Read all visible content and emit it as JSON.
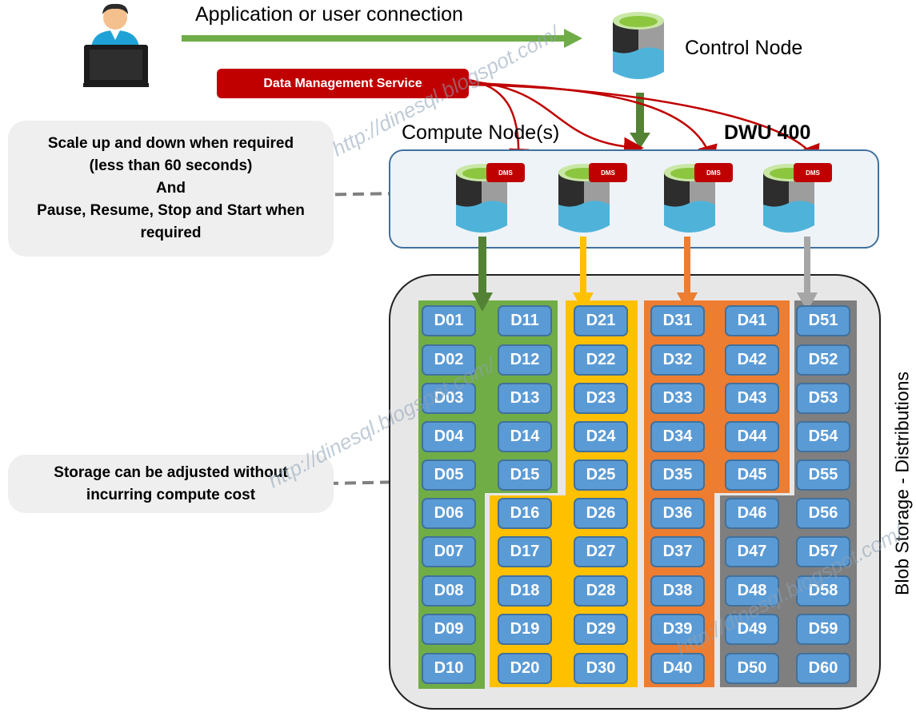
{
  "header": {
    "connection_label": "Application or user connection",
    "control_node_label": "Control Node",
    "dms_label": "Data Management Service",
    "compute_label": "Compute Node(s)",
    "dwu_label": "DWU 400"
  },
  "callouts": {
    "scale": "Scale up and down when required\n(less than 60 seconds)\nAnd\nPause, Resume, Stop and Start when\nrequired",
    "storage": "Storage can be adjusted without\nincurring compute cost"
  },
  "compute_nodes": [
    {
      "badge": "DMS"
    },
    {
      "badge": "DMS"
    },
    {
      "badge": "DMS"
    },
    {
      "badge": "DMS"
    }
  ],
  "storage_label": "Blob Storage - Distributions",
  "distributions": [
    [
      "D01",
      "D02",
      "D03",
      "D04",
      "D05",
      "D06",
      "D07",
      "D08",
      "D09",
      "D10"
    ],
    [
      "D11",
      "D12",
      "D13",
      "D14",
      "D15",
      "D16",
      "D17",
      "D18",
      "D19",
      "D20"
    ],
    [
      "D21",
      "D22",
      "D23",
      "D24",
      "D25",
      "D26",
      "D27",
      "D28",
      "D29",
      "D30"
    ],
    [
      "D31",
      "D32",
      "D33",
      "D34",
      "D35",
      "D36",
      "D37",
      "D38",
      "D39",
      "D40"
    ],
    [
      "D41",
      "D42",
      "D43",
      "D44",
      "D45",
      "D46",
      "D47",
      "D48",
      "D49",
      "D50"
    ],
    [
      "D51",
      "D52",
      "D53",
      "D54",
      "D55",
      "D56",
      "D57",
      "D58",
      "D59",
      "D60"
    ]
  ],
  "watermark": "http://dinesql.blogspot.com/",
  "colors": {
    "green": "#70ad47",
    "yellow": "#ffc000",
    "orange": "#ed7d31",
    "gray": "#7f7f7f",
    "dms_red": "#c00000",
    "node_blue": "#5b9bd5"
  }
}
